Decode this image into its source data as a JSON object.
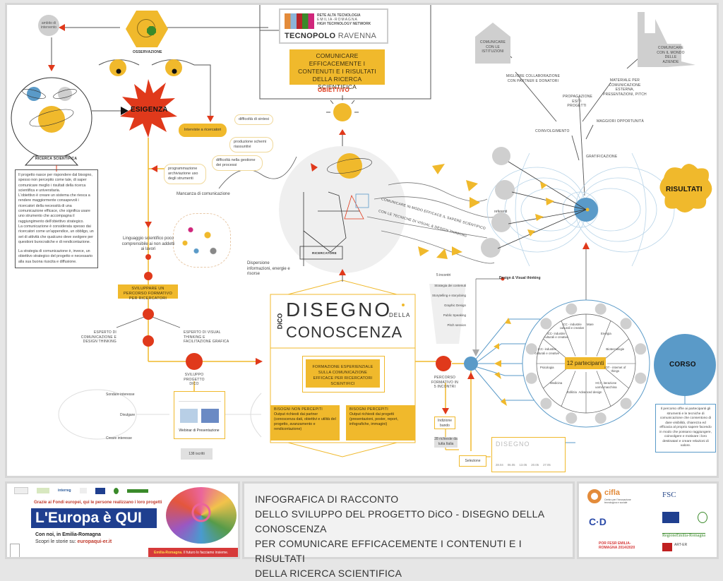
{
  "colors": {
    "yellow": "#f0b92c",
    "red": "#e0391b",
    "blue": "#5a9ac8",
    "gray": "#cfcfcf",
    "darkgreen": "#3a8a2a"
  },
  "header": {
    "tecnopolo": {
      "network_line1": "RETE ALTA TECNOLOGIA",
      "network_line2": "EMILIA-ROMAGNA",
      "network_line3": "HIGH TECHNOLOGY NETWORK",
      "name_bold": "TECNOPOLO",
      "name_light": "RAVENNA"
    },
    "objective_box": "COMUNICARE EFFICACEMENTE I CONTENUTI E I RISULTATI DELLA RICERCA SCIENTIFICA",
    "objective_label": "OBIETTIVO"
  },
  "left": {
    "ambito": "ambito di intervento",
    "osservazione": "OSSERVAZIONE",
    "ricerca": "RICERCA SCIENTIFICA",
    "esigenza": "ESIGENZA",
    "description": [
      "Il progetto nasce per rispondere dal bisogno, spesso non percepito come tale, di saper comunicare meglio i risultati della ricerca scientifica e universitaria.",
      "L'obiettivo è creare un sistema che riesca a rendere maggiormente consapevoli i ricercatori della necessità di una comunicazione efficace, che significa usare uno strumento che accompagna il raggiungimento dell'obiettivo strategico.",
      "La comunicazione è considerata spesso dai ricercatori come un'appendice, un obbligo, un set di attività che qualcuno deve svolgere per questioni burocratiche e di rendicontazione.",
      "La strategia di comunicazione è, invece, un obiettivo strategico del progetto e necessario alla sua buona riuscita e diffusione."
    ],
    "interviste": "Interviste a ricercatori",
    "bubbles": [
      "difficoltà di sintesi",
      "produzione schemi riassuntivi",
      "difficoltà nella gestione dei processi",
      "programmazione archiviazione uso degli strumenti"
    ],
    "mancanza": "Mancanza di comunicazione",
    "linguaggio": "Linguaggio scientifico poco comprensibile ai non addetti ai lavori",
    "dispersione": "Dispersione informazioni, energie e risorse",
    "sviluppare": "SVILUPPARE UN PERCORSO FORMATIVO PER RICERCATORI",
    "esperto_com": "ESPERTO DI COMUNICAZIONE E DESIGN THINKING",
    "esperto_vis": "ESPERTO DI VISUAL THINKING E FACILITAZIONE GRAFICA",
    "sviluppo_dico": "SVILUPPO PROGETTO DICO",
    "sondare": "Sondare interesse",
    "divulgare": "Divulgare",
    "creare": "Creare interesse",
    "webinar": "Webinar di Presentazione",
    "iscritti": "138 iscritti"
  },
  "center": {
    "ricercatore": "RICERCATORE",
    "curve_text1": "COMUNICARE IN MODO EFFICACE IL SAPERE SCIENTIFICO",
    "curve_text2": "CON LE TECNICHE DI VISUAL & DESIGN THINKING",
    "dico_tag": "DiCO",
    "logo_line1": "DISEGNO",
    "logo_della": "DELLA",
    "logo_line2": "CONOSCENZA",
    "formazione": "FORMAZIONE ESPERIENZIALE SULLA COMUNICAZIONE EFFICACE PER RICERCATORI SCIENTIFICI",
    "bisogni_non_title": "BISOGNI NON PERCEPITI",
    "bisogni_non_text": "Output richiesti dai partner (conoscenza dati, obiettivi e utilità del progetto, avanzamento e rendicontazione)",
    "bisogni_title": "BISOGNI PERCEPITI",
    "bisogni_text": "Output richiesti dai progetti (presentazioni, poster, report, infografiche, immagini)"
  },
  "course": {
    "percorso": "PERCORSO FORMATIVO IN 5 INCONTRI",
    "incontri": "5 incontri",
    "design_visual": "Design & Visual thinking",
    "topics": [
      "Strategia dei contenuti",
      "Storytelling e storydoing",
      "Graphic Design",
      "Public Speaking",
      "Pitch session"
    ],
    "indizione": "Indizione bando",
    "richieste": "28 richieste da tutta Italia",
    "selezione": "Selezione",
    "dates": [
      "28.04",
      "06.05",
      "13.05",
      "20.05",
      "27.05"
    ],
    "partecipanti": "12 partecipanti",
    "sectors": [
      "Mare",
      "Energia",
      "Biotecnologie",
      "IOT - internet of things",
      "HCI - iterazione uomo macchina",
      "Advanced design",
      "Edilizia",
      "Medicina",
      "Psicologia",
      "ICC- industrie culturali e creative",
      "ICC- industrie culturali e creative",
      "ICC - industrie culturali e creative"
    ],
    "corso": "CORSO",
    "corso_text": "Il percorso offre ai partecipanti gli strumenti e le tecniche di comunicazione che consentono di dare visibilità, chiarezza ed efficacia al proprio sapere facendo in modo che possano raggiungere, coinvolgere e motivare i loro destinatari e creare relazioni di valore."
  },
  "results": {
    "istituzioni": "COMUNICARE CON LE ISTITUZIONI",
    "aziende": "COMUNICARE CON IL MONDO DELLE AZIENDE",
    "migliore": "MIGLIORE COLLABORAZIONE CON PARTNER E DONATORI",
    "materiale": "MATERIALE PER COMUNICAZIONE ESTERNA, PRESENTAZIONI, PITCH",
    "propagazione": "PROPAGAZIONE ESITI PROGETTI",
    "opportunita": "MAGGIORI OPPORTUNITÀ",
    "coinvolgimento": "COINVOLGIMENTO",
    "gratificazione": "GRATIFICAZIONE",
    "referenti": "referenti",
    "risultati": "RISULTATI"
  },
  "footer": {
    "europa_tagline": "Grazie ai Fondi europei, qui le persone realizzano i loro progetti",
    "europa_title": "L'Europa è QUI",
    "europa_sub": "Con noi, in Emilia-Romagna",
    "europa_scopri": "Scopri le storie su:",
    "europa_url": "europaqui-er.it",
    "europa_slogan_bold": "Emilia-Romagna.",
    "europa_slogan": "Il futuro lo facciamo insieme.",
    "title_lines": [
      "INFOGRAFICA DI RACCONTO",
      "DELLO SVILUPPO DEL PROGETTO DiCO - DISEGNO DELLA CONOSCENZA",
      "PER COMUNICARE EFFICACEMENTE I CONTENUTI E I RISULTATI",
      "DELLA RICERCA SCIENTIFICA"
    ],
    "logos": {
      "cifla": "cifla",
      "cifla_sub": "Centro per l'innovazione tecnologica e sociale",
      "fsc": "FSC",
      "porfesr": "POR FESR EMILIA-ROMAGNA 2014/2020",
      "regione": "RegioneEmilia-Romagna",
      "arter": "ART-ER",
      "interreg": "interreg"
    }
  }
}
